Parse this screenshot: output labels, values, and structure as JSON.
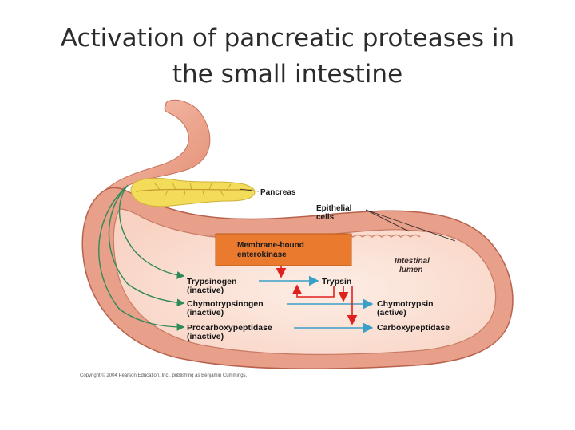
{
  "title": {
    "line1": "Activation of pancreatic proteases in",
    "line2": "the small intestine"
  },
  "labels": {
    "pancreas": "Pancreas",
    "epithelial_line1": "Epithelial",
    "epithelial_line2": "cells",
    "lumen_line1": "Intestinal",
    "lumen_line2": "lumen",
    "enterokinase_line1": "Membrane-bound",
    "enterokinase_line2": "enterokinase"
  },
  "zymogens": [
    {
      "name": "Trypsinogen",
      "state": "(inactive)"
    },
    {
      "name": "Chymotrypsinogen",
      "state": "(inactive)"
    },
    {
      "name": "Procarboxypeptidase",
      "state": "(inactive)"
    }
  ],
  "active_enzymes": [
    {
      "name": "Trypsin",
      "state": ""
    },
    {
      "name": "Chymotrypsin",
      "state": "(active)"
    },
    {
      "name": "Carboxypeptidase",
      "state": ""
    }
  ],
  "copyright": "Copyright © 2004 Pearson Education, Inc., publishing as Benjamin Cummings.",
  "colors": {
    "tissue": "#e8a08a",
    "lumen": "#fbe3d6",
    "pancreas": "#f3dc5a",
    "enterokinase_box": "#e97a2e",
    "activation_arrow": "#e0201f",
    "flow_arrow": "#3aa0c8",
    "duct_arrow": "#2e8b57"
  }
}
